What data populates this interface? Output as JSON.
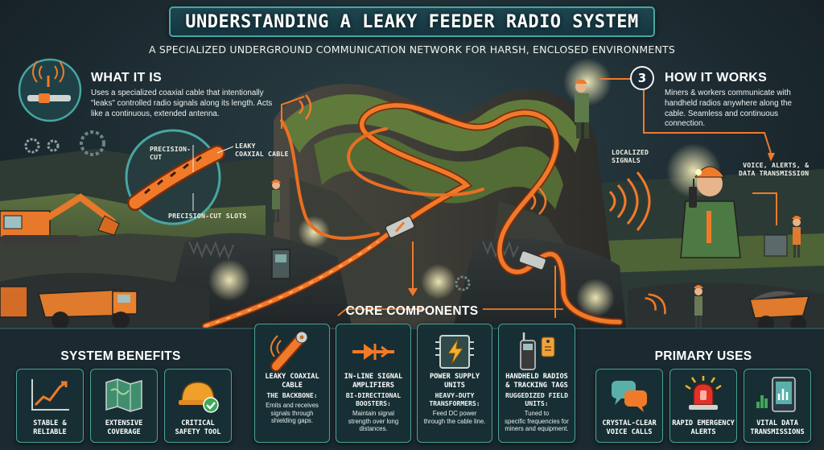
{
  "title": "UNDERSTANDING A LEAKY FEEDER RADIO SYSTEM",
  "subtitle": "A SPECIALIZED UNDERGROUND COMMUNICATION NETWORK FOR HARSH, ENCLOSED ENVIRONMENTS",
  "what_it_is": {
    "heading": "WHAT IT IS",
    "body": "Uses a specialized coaxial cable that intentionally \"leaks\" controlled radio signals along its length. Acts like a continuous, extended antenna."
  },
  "how_it_works": {
    "step": "3",
    "heading": "HOW IT WORKS",
    "body": "Miners & workers communicate with handheld radios anywhere along the cable. Seamless and continuous connection."
  },
  "callouts": {
    "precision_cut": "PRECISION-\nCUT",
    "leaky_coaxial_cable": "LEAKY\nCOAXIAL CABLE",
    "precision_cut_slots": "PRECISION-CUT SLOTS",
    "localized_signals": "LOCALIZED\nSIGNALS",
    "voice_alerts_data": "VOICE, ALERTS, &\nDATA TRANSMISSION"
  },
  "core_components": {
    "heading": "CORE COMPONENTS",
    "items": [
      {
        "title": "LEAKY COAXIAL\nCABLE",
        "subtitle": "THE BACKBONE:",
        "desc": "Emits and receives\nsignals through\nshielding gaps.",
        "icon": "coax-cable-icon"
      },
      {
        "title": "IN-LINE SIGNAL\nAMPLIFIERS",
        "subtitle": "BI-DIRECTIONAL\nBOOSTERS:",
        "desc": "Maintain signal\nstrength over long\ndistances.",
        "icon": "amplifier-icon"
      },
      {
        "title": "POWER SUPPLY\nUNITS",
        "subtitle": "HEAVY-DUTY\nTRANSFORMERS:",
        "desc": "Feed DC power\nthrough the cable line.",
        "icon": "lightning-icon"
      },
      {
        "title": "HANDHELD RADIOS\n& TRACKING TAGS",
        "subtitle": "RUGGEDIZED FIELD\nUNITS:",
        "desc": "Tuned to\nspecific frequencies for\nminers and equipment.",
        "icon": "radio-icon"
      }
    ]
  },
  "system_benefits": {
    "heading": "SYSTEM BENEFITS",
    "items": [
      {
        "label": "STABLE &\nRELIABLE",
        "icon": "trend-chart-icon"
      },
      {
        "label": "EXTENSIVE\nCOVERAGE",
        "icon": "map-icon"
      },
      {
        "label": "CRITICAL\nSAFETY TOOL",
        "icon": "hardhat-check-icon"
      }
    ]
  },
  "primary_uses": {
    "heading": "PRIMARY USES",
    "items": [
      {
        "label": "CRYSTAL-CLEAR\nVOICE CALLS",
        "icon": "chat-bubbles-icon"
      },
      {
        "label": "RAPID EMERGENCY\nALERTS",
        "icon": "siren-icon"
      },
      {
        "label": "VITAL DATA\nTRANSMISSIONS",
        "icon": "tablet-data-icon"
      }
    ]
  },
  "colors": {
    "cable_orange": "#f07a2a",
    "panel_teal": "#4aa29a",
    "background": "#17242c",
    "rock_green": "#4f6b3a"
  }
}
